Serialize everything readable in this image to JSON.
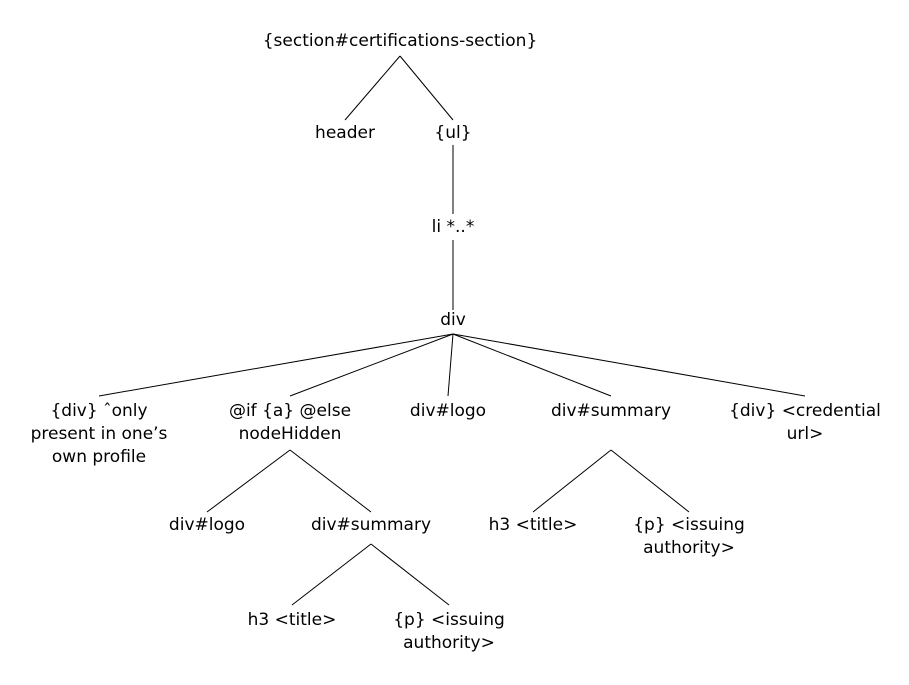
{
  "tree": {
    "nodes": [
      {
        "id": "root",
        "lines": [
          "{section#certifications-section}"
        ]
      },
      {
        "id": "header",
        "lines": [
          "header"
        ]
      },
      {
        "id": "ul",
        "lines": [
          "{ul}"
        ]
      },
      {
        "id": "li",
        "lines": [
          "li *..*"
        ]
      },
      {
        "id": "div",
        "lines": [
          "div"
        ]
      },
      {
        "id": "div-own",
        "lines": [
          "{div} ˆonly",
          "present in one’s",
          "own profile"
        ]
      },
      {
        "id": "if-a",
        "lines": [
          "@if {a} @else",
          "nodeHidden"
        ]
      },
      {
        "id": "div-logo-1",
        "lines": [
          "div#logo"
        ]
      },
      {
        "id": "div-summary-1",
        "lines": [
          "div#summary"
        ]
      },
      {
        "id": "div-credential",
        "lines": [
          "{div} <credential",
          "url>"
        ]
      },
      {
        "id": "div-logo-2",
        "lines": [
          "div#logo"
        ]
      },
      {
        "id": "div-summary-2",
        "lines": [
          "div#summary"
        ]
      },
      {
        "id": "h3-1",
        "lines": [
          "h3 <title>"
        ]
      },
      {
        "id": "p-1",
        "lines": [
          "{p} <issuing",
          "authority>"
        ]
      },
      {
        "id": "h3-2",
        "lines": [
          "h3 <title>"
        ]
      },
      {
        "id": "p-2",
        "lines": [
          "{p} <issuing",
          "authority>"
        ]
      }
    ],
    "edges": [
      [
        "root",
        "header"
      ],
      [
        "root",
        "ul"
      ],
      [
        "ul",
        "li"
      ],
      [
        "li",
        "div"
      ],
      [
        "div",
        "div-own"
      ],
      [
        "div",
        "if-a"
      ],
      [
        "div",
        "div-logo-1"
      ],
      [
        "div",
        "div-summary-1"
      ],
      [
        "div",
        "div-credential"
      ],
      [
        "if-a",
        "div-logo-2"
      ],
      [
        "if-a",
        "div-summary-2"
      ],
      [
        "div-summary-2",
        "h3-2"
      ],
      [
        "div-summary-2",
        "p-2"
      ],
      [
        "div-summary-1",
        "h3-1"
      ],
      [
        "div-summary-1",
        "p-1"
      ]
    ]
  }
}
